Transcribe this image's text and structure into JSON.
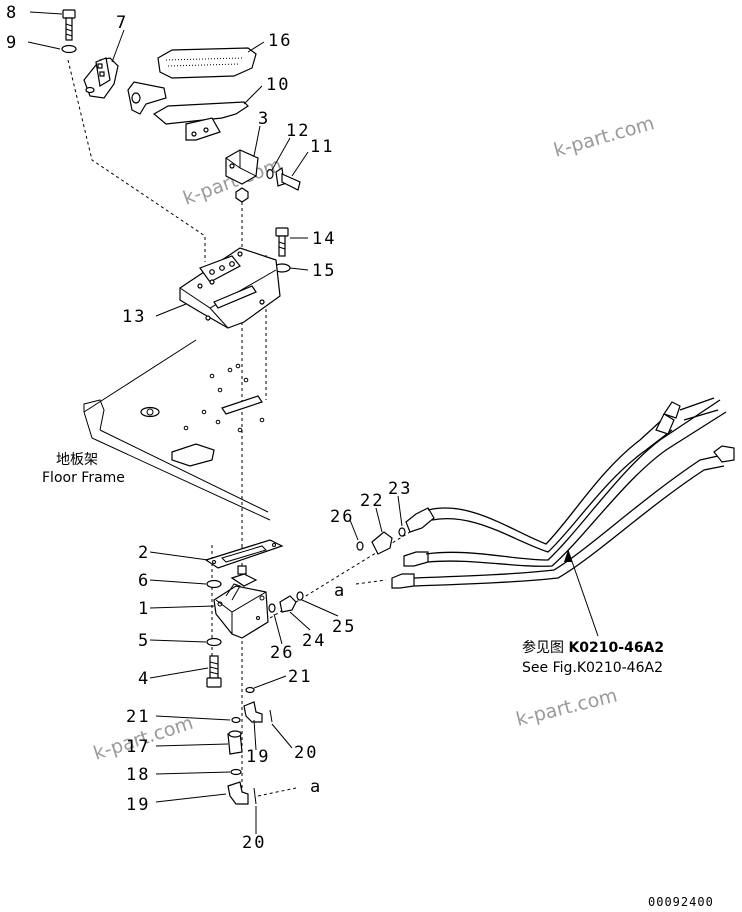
{
  "labels": {
    "p1": "1",
    "p2": "2",
    "p3": "3",
    "p4": "4",
    "p5": "5",
    "p6": "6",
    "p7": "7",
    "p8": "8",
    "p9": "9",
    "p10": "10",
    "p11": "11",
    "p12": "12",
    "p13": "13",
    "p14": "14",
    "p15": "15",
    "p16": "16",
    "p17": "17",
    "p18": "18",
    "p19a": "19",
    "p19b": "19",
    "p20a": "20",
    "p20b": "20",
    "p21a": "21",
    "p21b": "21",
    "p22": "22",
    "p23": "23",
    "p24": "24",
    "p25": "25",
    "p26a": "26",
    "p26b": "26",
    "a1": "a",
    "a2": "a"
  },
  "floor_frame": {
    "cn": "地板架",
    "en": "Floor Frame"
  },
  "reference": {
    "cn_prefix": "参见图 ",
    "fig": "K0210-46A2",
    "en": "See Fig.K0210-46A2"
  },
  "watermarks": [
    "k-part.com",
    "k-part.com",
    "k-part.com",
    "k-part.com"
  ],
  "drawing_code": "00092400"
}
